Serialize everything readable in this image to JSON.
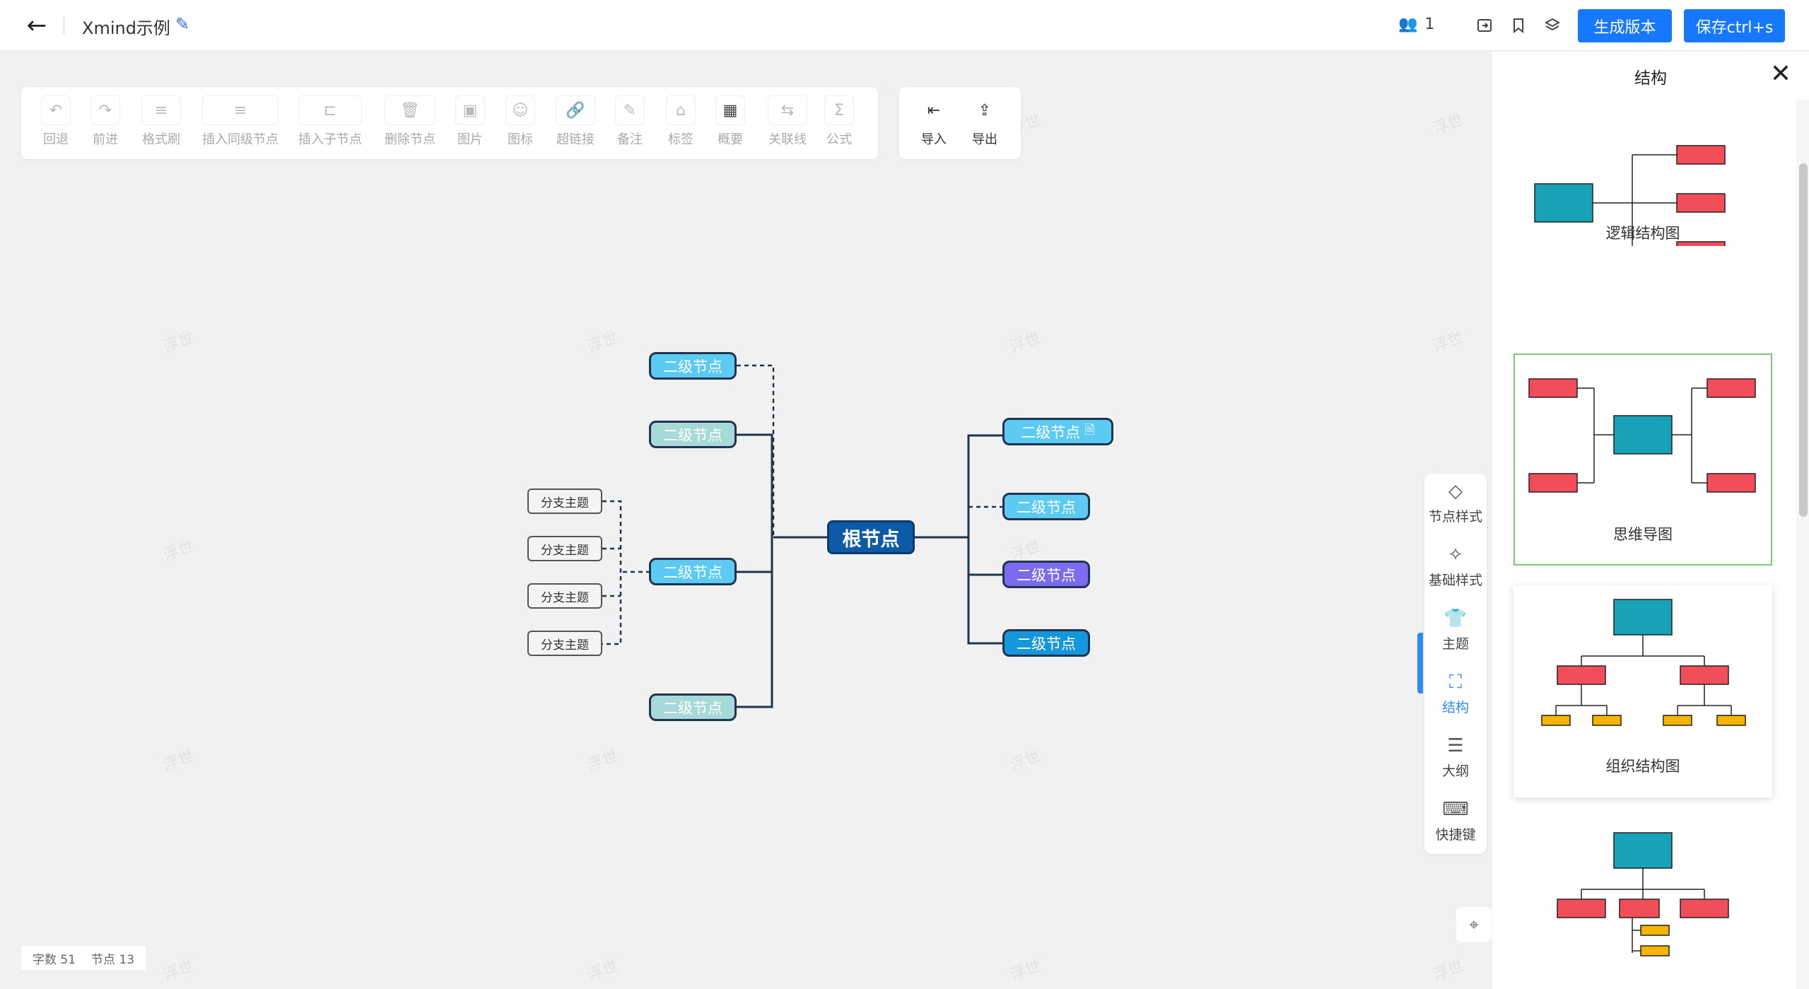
{
  "header": {
    "back_icon": "arrow-left-icon",
    "title": "Xmind示例",
    "collaborators": "1",
    "generate_version": "生成版本",
    "save": "保存ctrl+s"
  },
  "toolbar": {
    "items": [
      {
        "label": "回退",
        "icon": "undo-icon"
      },
      {
        "label": "前进",
        "icon": "redo-icon"
      },
      {
        "label": "格式刷",
        "icon": "format-brush-icon"
      },
      {
        "label": "插入同级节点",
        "icon": "sibling-node-icon"
      },
      {
        "label": "插入子节点",
        "icon": "child-node-icon"
      },
      {
        "label": "删除节点",
        "icon": "trash-icon"
      },
      {
        "label": "图片",
        "icon": "image-icon"
      },
      {
        "label": "图标",
        "icon": "emoji-icon"
      },
      {
        "label": "超链接",
        "icon": "link-icon"
      },
      {
        "label": "备注",
        "icon": "note-icon"
      },
      {
        "label": "标签",
        "icon": "tag-icon"
      },
      {
        "label": "概要",
        "icon": "summary-icon"
      },
      {
        "label": "关联线",
        "icon": "relation-line-icon"
      },
      {
        "label": "公式",
        "icon": "formula-icon"
      }
    ],
    "io": [
      {
        "label": "导入",
        "icon": "import-icon"
      },
      {
        "label": "导出",
        "icon": "export-icon"
      }
    ]
  },
  "mindmap": {
    "root": "根节点",
    "left_nodes": [
      "二级节点",
      "二级节点",
      "二级节点",
      "二级节点"
    ],
    "right_nodes": [
      "二级节点",
      "二级节点",
      "二级节点",
      "二级节点"
    ],
    "branches": [
      "分支主题",
      "分支主题",
      "分支主题",
      "分支主题"
    ]
  },
  "watermark": "浮世",
  "status": {
    "word_count": "字数 51",
    "node_count": "节点 13"
  },
  "sidenav": [
    {
      "label": "节点样式",
      "icon": "node-style-icon"
    },
    {
      "label": "基础样式",
      "icon": "magic-wand-icon"
    },
    {
      "label": "主题",
      "icon": "shirt-icon"
    },
    {
      "label": "结构",
      "icon": "structure-icon",
      "active": true
    },
    {
      "label": "大纲",
      "icon": "outline-icon"
    },
    {
      "label": "快捷键",
      "icon": "keyboard-icon"
    }
  ],
  "panel": {
    "title": "结构",
    "layouts": [
      "逻辑结构图",
      "思维导图",
      "组织结构图"
    ]
  },
  "colors": {
    "accent": "#1677ff",
    "teal": "#17a2b8",
    "red": "#f24e5a",
    "yellow": "#f5b400"
  }
}
